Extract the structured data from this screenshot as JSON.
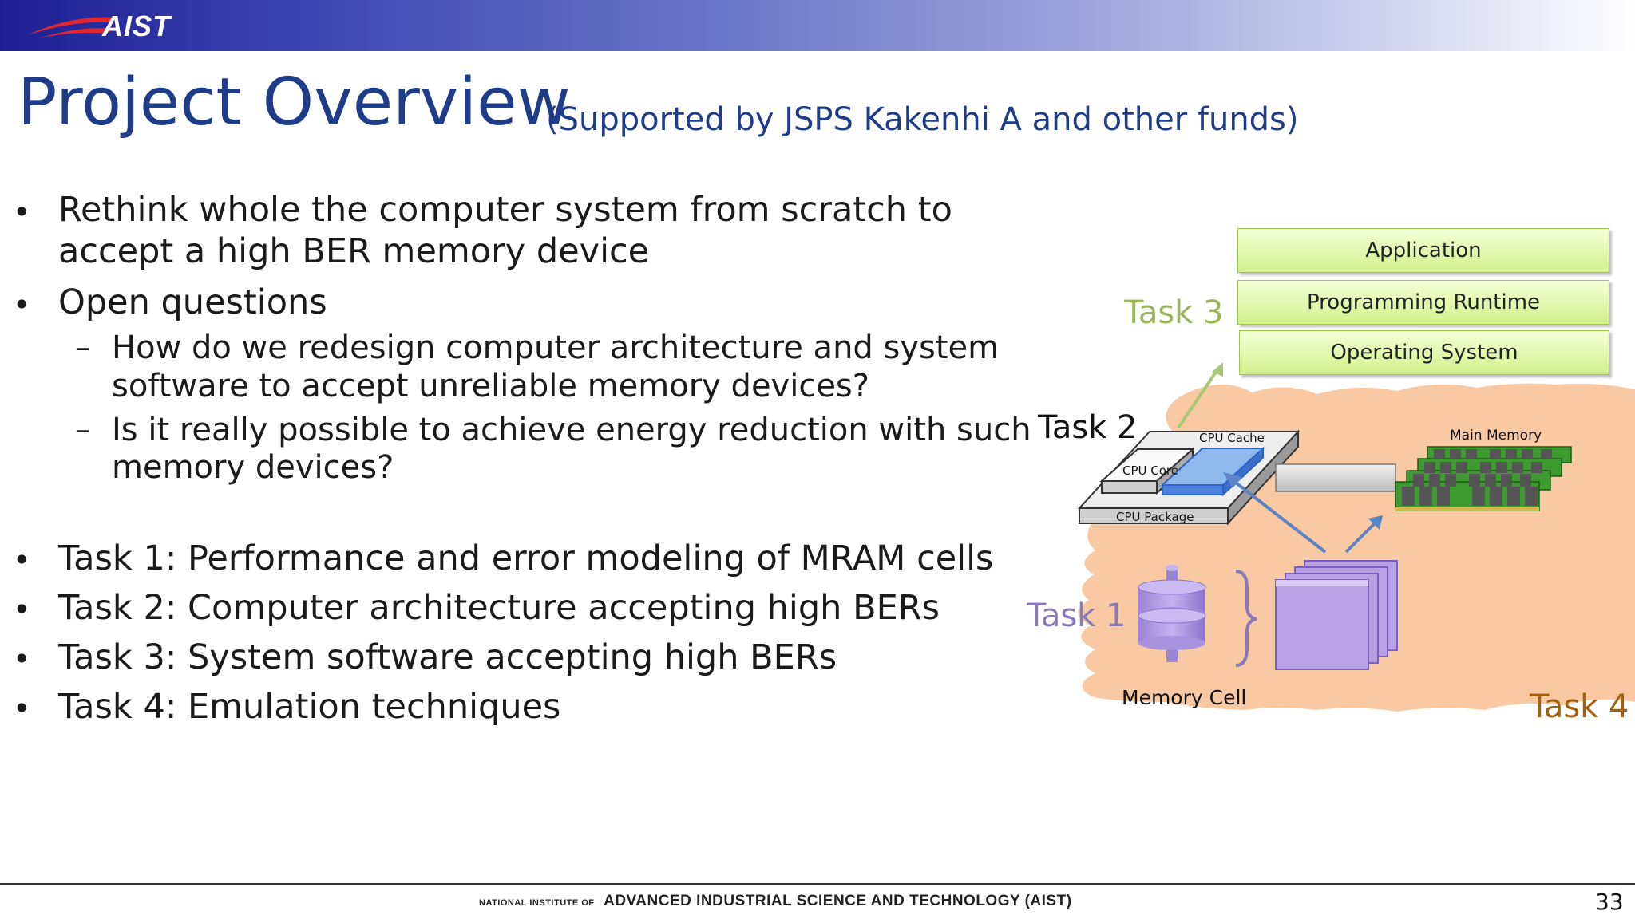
{
  "header": {
    "logo_text": "AIST"
  },
  "slide": {
    "title": "Project Overview",
    "subtitle": "(Supported by JSPS Kakenhi A and other funds)",
    "bullets": {
      "b1_line1": "Rethink whole the computer system from scratch to",
      "b1_line2": "accept a high BER memory device",
      "b2": "Open questions",
      "q1_line1": "How do we redesign computer architecture and system",
      "q1_line2": "software to accept unreliable memory devices?",
      "q2_line1": "Is it really possible to achieve energy reduction with such",
      "q2_line2": "memory devices?",
      "t1": "Task 1: Performance and error modeling of MRAM cells",
      "t2": "Task 2: Computer architecture accepting high BERs",
      "t3": "Task 3: System software accepting high BERs",
      "t4": "Task 4: Emulation techniques"
    },
    "bullet_symbol": "•",
    "dash_symbol": "–"
  },
  "diagram": {
    "layers": [
      "Application",
      "Programming Runtime",
      "Operating System"
    ],
    "task1": "Task 1",
    "task2": "Task 2",
    "task3": "Task 3",
    "task4": "Task 4",
    "cpu_cache": "CPU Cache",
    "cpu_core": "CPU Core",
    "cpu_package": "CPU Package",
    "main_memory": "Main Memory",
    "memory_cell": "Memory Cell",
    "colors": {
      "task1": "#8a78b8",
      "task3": "#9bb55a",
      "task4": "#a0600e",
      "blob": "#f8c9a2",
      "layers": "#d4f08c"
    }
  },
  "footer": {
    "prefix": "NATIONAL INSTITUTE OF",
    "name": "ADVANCED INDUSTRIAL SCIENCE AND TECHNOLOGY (AIST)",
    "page": "33"
  }
}
